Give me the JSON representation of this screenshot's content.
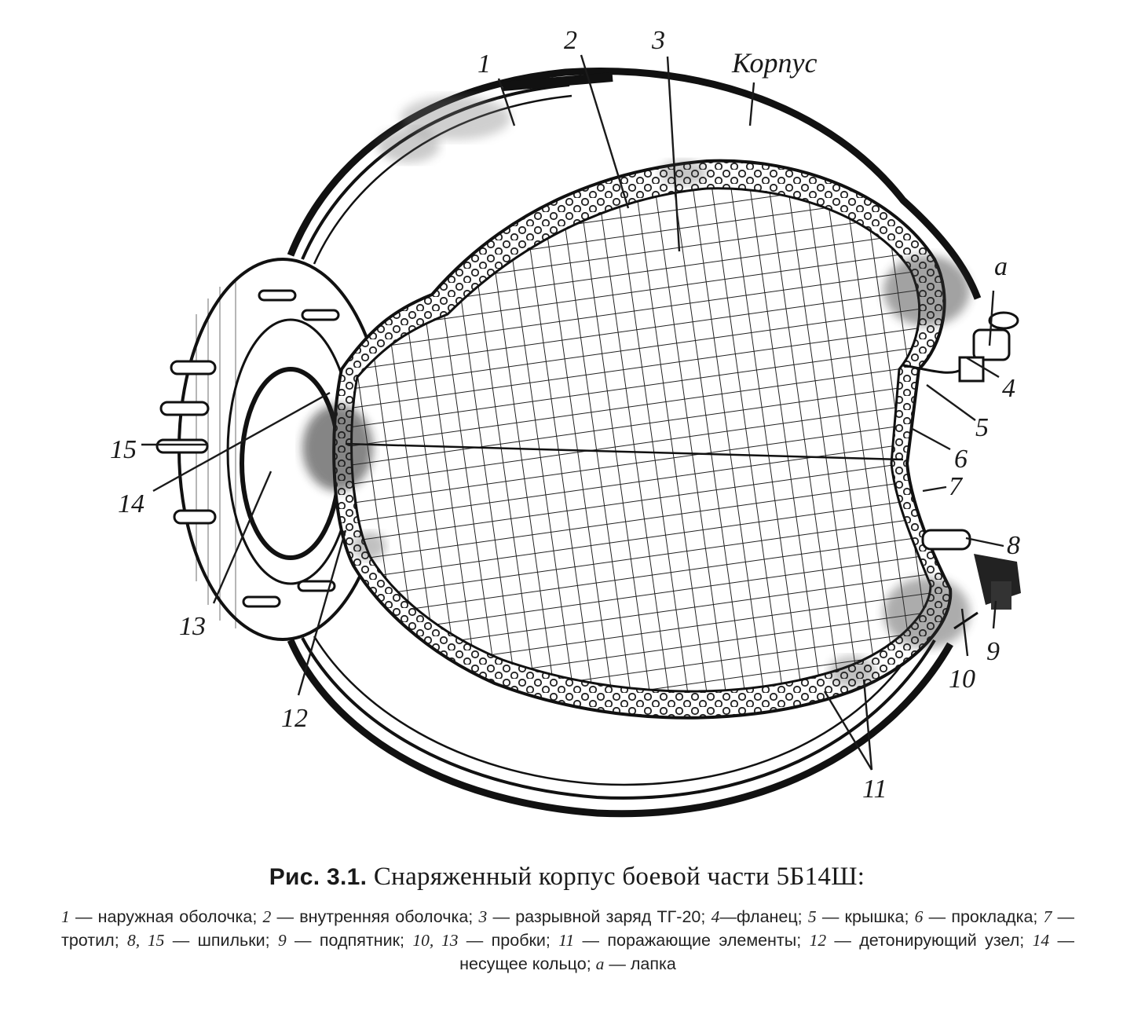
{
  "figure": {
    "word_label": "Корпус",
    "labels": {
      "n1": "1",
      "n2": "2",
      "n3": "3",
      "n4": "4",
      "n5": "5",
      "n6": "6",
      "n7": "7",
      "n8": "8",
      "n9": "9",
      "n10": "10",
      "n11": "11",
      "n12": "12",
      "n13": "13",
      "n14": "14",
      "n15": "15",
      "a": "а"
    }
  },
  "caption": {
    "prefix": "Рис. 3.1.",
    "title": "Снаряженный корпус боевой части 5Б14Ш:",
    "legend": [
      {
        "key": "1",
        "text": "наружная оболочка;"
      },
      {
        "key": "2",
        "text": "внутренняя оболочка;"
      },
      {
        "key": "3",
        "text": "разрывной заряд ТГ-20;"
      },
      {
        "key": "4",
        "text": "фланец;"
      },
      {
        "key": "5",
        "text": "крышка;"
      },
      {
        "key": "6",
        "text": "прокладка;"
      },
      {
        "key": "7",
        "text": "тротил;"
      },
      {
        "key": "8, 15",
        "text": "шпильки;"
      },
      {
        "key": "9",
        "text": "подпятник;"
      },
      {
        "key": "10, 13",
        "text": "пробки;"
      },
      {
        "key": "11",
        "text": "поражающие элементы;"
      },
      {
        "key": "12",
        "text": "детонирующий узел;"
      },
      {
        "key": "14",
        "text": "несущее кольцо;"
      },
      {
        "key": "а",
        "text": "лапка"
      }
    ]
  }
}
